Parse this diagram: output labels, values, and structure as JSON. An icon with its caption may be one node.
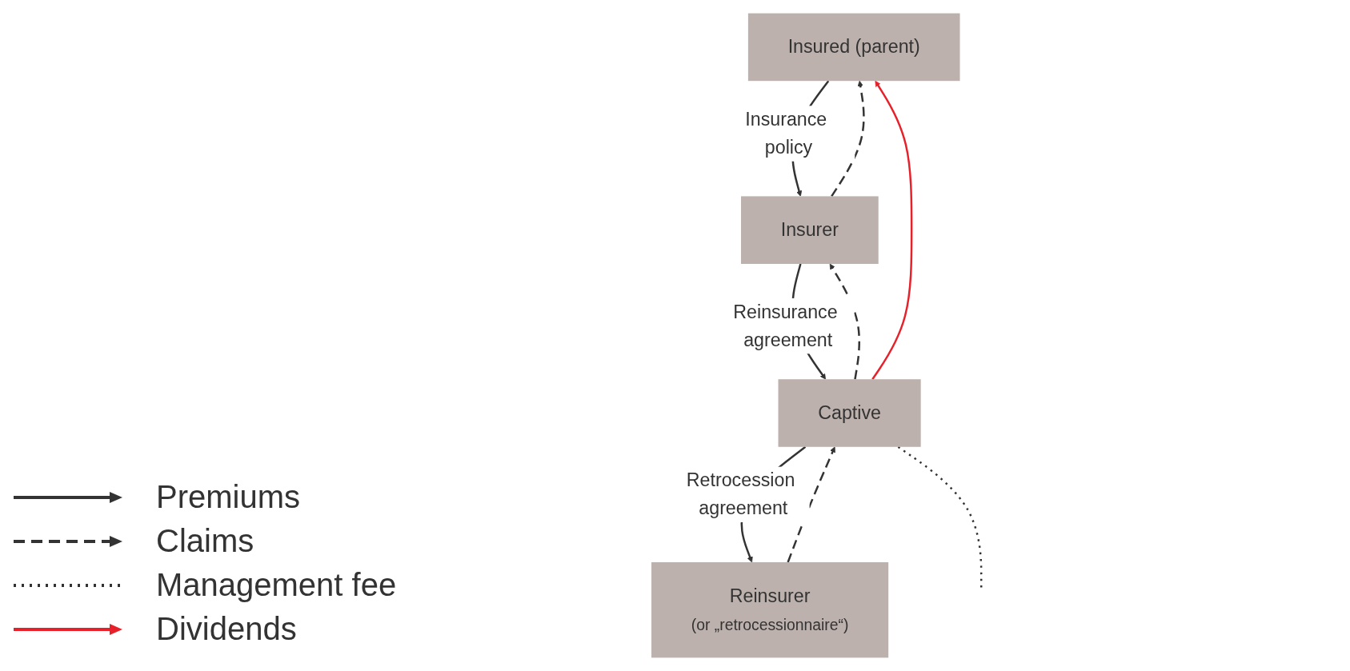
{
  "diagram": {
    "nodes": [
      {
        "text": [
          "Insured (parent)"
        ]
      },
      {
        "text": [
          "Insurer"
        ]
      },
      {
        "text": [
          "Captive"
        ]
      },
      {
        "text": [
          "Reinsurer",
          "(or „retrocessionnaire“)"
        ]
      }
    ],
    "edges": [
      {
        "from": 0,
        "to": 1,
        "arrow": "to",
        "label": "Insurance policy"
      },
      {
        "from": 1,
        "to": 0,
        "arrow": "to",
        "style": "dashed"
      },
      {
        "from": 1,
        "to": 2,
        "arrow": "to",
        "label": "Reinsurance agreement"
      },
      {
        "from": 2,
        "to": 1,
        "arrow": "to",
        "style": "dashed"
      },
      {
        "from": 2,
        "to": 3,
        "arrow": "to",
        "label": "Retrocession agreement"
      },
      {
        "from": 3,
        "to": 2,
        "arrow": "to",
        "style": "dashed"
      },
      {
        "from": 2,
        "to": null,
        "arrow": "none",
        "style": "dashed"
      },
      {
        "from": 2,
        "to": 0,
        "arrow": "to",
        "color": "#e8202a"
      }
    ],
    "legend": [
      {
        "text": "Premiums"
      },
      {
        "text": "Claims"
      },
      {
        "text": "Management fee"
      },
      {
        "text": "Dividends"
      }
    ]
  }
}
